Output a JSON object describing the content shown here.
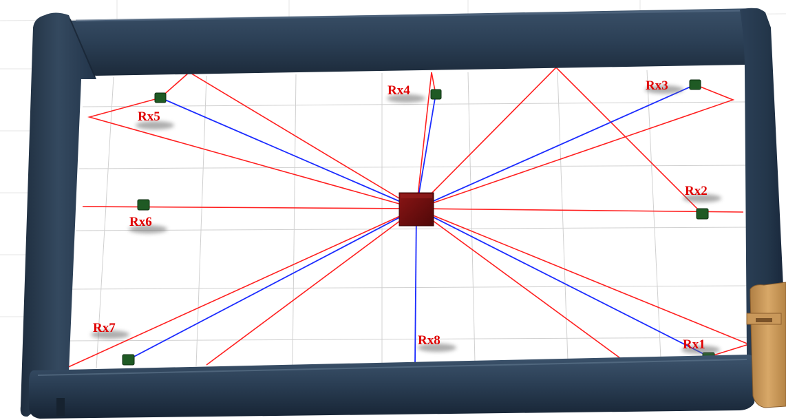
{
  "scene": {
    "colors": {
      "wall": "#2b3f55",
      "floor": "#ffffff",
      "grid": "#d2d2d2",
      "transmitter": "#6b0d0d",
      "receiver": "#1f5a24",
      "reflected_ray": "#ff2020",
      "direct_ray": "#1c2cff",
      "label": "#e00000",
      "door": "#c9985a"
    },
    "receivers": [
      {
        "id": "rx1",
        "label": "Rx1"
      },
      {
        "id": "rx2",
        "label": "Rx2"
      },
      {
        "id": "rx3",
        "label": "Rx3"
      },
      {
        "id": "rx4",
        "label": "Rx4"
      },
      {
        "id": "rx5",
        "label": "Rx5"
      },
      {
        "id": "rx6",
        "label": "Rx6"
      },
      {
        "id": "rx7",
        "label": "Rx7"
      },
      {
        "id": "rx8",
        "label": "Rx8"
      }
    ]
  }
}
